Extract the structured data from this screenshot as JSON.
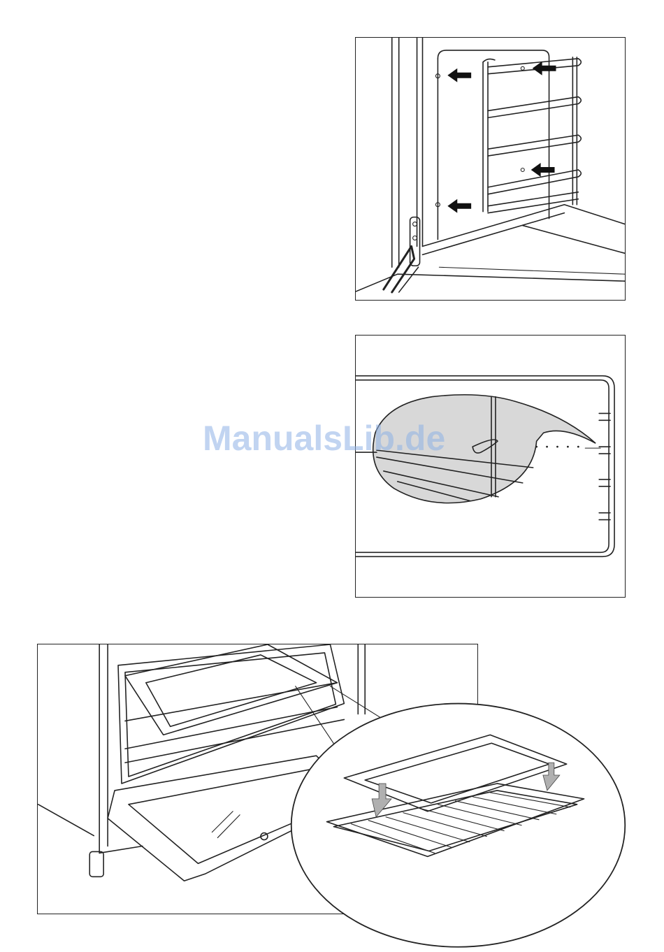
{
  "watermark": {
    "text": "ManualsLib.de"
  },
  "figures": [
    {
      "id": "fig1",
      "icon": "oven-side-rack-arrows-icon"
    },
    {
      "id": "fig2",
      "icon": "oven-shelf-runner-detail-icon"
    },
    {
      "id": "fig3",
      "icon": "oven-tray-on-grid-icon"
    }
  ],
  "colors": {
    "line": "#222222",
    "shade": "#d8d8d8",
    "watermark": "#8fb2e6"
  }
}
